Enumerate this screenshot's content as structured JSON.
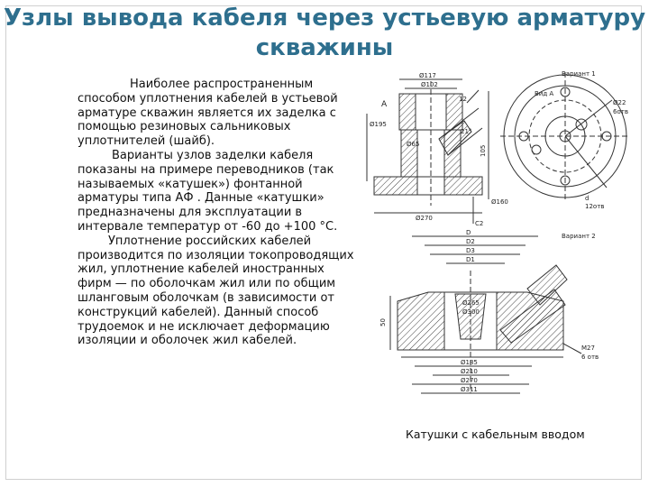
{
  "slide": {
    "title_line1": "Узлы вывода кабеля через устьевую арматуру",
    "title_line2": "скважины",
    "paragraphs": [
      "Наиболее распространенным способом уплотнения кабелей в устьевой арматуре скважин является их заделка с помощью резиновых сальниковых уплотнителей (шайб).",
      "Варианты узлов заделки кабеля показаны на примере переводников (так называемых «катушек») фонтанной арматуры типа АФ . Данные «катушки» предназначены для эксплуатации в интервале температур от -60 до +100 °С.",
      "Уплотнение российских кабелей производится по изоляции токопроводящих жил, уплотнение кабелей иностранных фирм — по оболочкам жил или по общим шланговым оболочкам (в зависимости от конструкций кабелей). Данный способ трудоемок и не исключает деформацию изоляции и оболочек жил кабелей."
    ],
    "caption": "Катушки с кабельным вводом",
    "colors": {
      "title": "#2e6f8e",
      "text": "#111111",
      "drawing": "#333333"
    }
  },
  "drawing": {
    "variant1_label": "Вариант 1",
    "variant2_label": "Вариант 2",
    "view_label": "Вид А",
    "label_a": "А",
    "dims_v1": [
      "Ø117",
      "Ø102",
      "12",
      "Ø195",
      "Ø65",
      "21°",
      "105",
      "Ø22",
      "Ø160",
      "Ø270",
      "С2",
      "6отв",
      "d",
      "12отв"
    ],
    "dims_v2": [
      "D",
      "D2",
      "D3",
      "D1",
      "Ø265",
      "Ø300",
      "50",
      "Ø185",
      "Ø210",
      "Ø270",
      "Ø311",
      "M27",
      "6 отв"
    ]
  }
}
